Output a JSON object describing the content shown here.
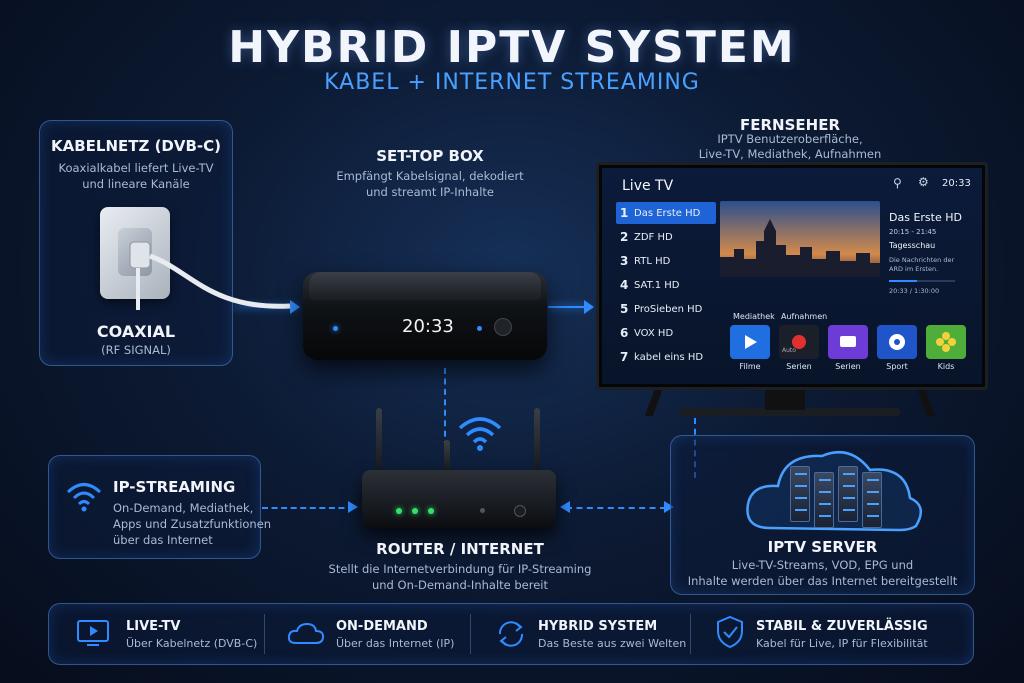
{
  "title": "HYBRID IPTV SYSTEM",
  "subtitle": "KABEL + INTERNET STREAMING",
  "cable": {
    "heading": "KABELNETZ (DVB-C)",
    "text1": "Koaxialkabel liefert Live-TV",
    "text2": "und lineare Kanäle",
    "label": "COAXIAL",
    "sublabel": "(RF SIGNAL)"
  },
  "stb": {
    "heading": "SET-TOP BOX",
    "text1": "Empfängt Kabelsignal, dekodiert",
    "text2": "und streamt IP-Inhalte",
    "display": "20:33"
  },
  "tv": {
    "heading": "FERNSEHER",
    "text1": "IPTV Benutzeroberfläche,",
    "text2": "Live-TV, Mediathek, Aufnahmen",
    "screen_title": "Live TV",
    "clock": "20:33",
    "channels": [
      {
        "num": "1",
        "name": "Das Erste HD"
      },
      {
        "num": "2",
        "name": "ZDF HD"
      },
      {
        "num": "3",
        "name": "RTL HD"
      },
      {
        "num": "4",
        "name": "SAT.1 HD"
      },
      {
        "num": "5",
        "name": "ProSieben HD"
      },
      {
        "num": "6",
        "name": "VOX HD"
      },
      {
        "num": "7",
        "name": "kabel eins HD"
      }
    ],
    "info_channel": "Das Erste HD",
    "info_time": "20:15 - 21:45",
    "info_show": "Tagesschau",
    "info_desc1": "Die Nachrichten der",
    "info_desc2": "ARD im Ersten.",
    "info_progress_text": "20:33 / 1:30:00",
    "progress": 0.42,
    "section_mediathek": "Mediathek",
    "section_aufnahmen": "Aufnahmen",
    "tiles": [
      {
        "label": "Filme",
        "color": "#1f6fe0"
      },
      {
        "label": "Serien",
        "color": "#1a1f2a"
      },
      {
        "label": "Serien",
        "color": "#6d3bd6"
      },
      {
        "label": "Sport",
        "color": "#1f55c9"
      },
      {
        "label": "Kids",
        "color": "#4fae3a"
      }
    ],
    "rec_overlay": "Auto"
  },
  "ip": {
    "heading": "IP-STREAMING",
    "text1": "On-Demand, Mediathek,",
    "text2": "Apps und Zusatzfunktionen",
    "text3": "über das Internet"
  },
  "router": {
    "heading": "ROUTER / INTERNET",
    "text1": "Stellt die Internetverbindung für IP-Streaming",
    "text2": "und On-Demand-Inhalte bereit"
  },
  "server": {
    "heading": "IPTV SERVER",
    "text1": "Live-TV-Streams, VOD, EPG und",
    "text2": "Inhalte werden über das Internet bereitgestellt"
  },
  "features": [
    {
      "title": "LIVE-TV",
      "text": "Über Kabelnetz (DVB-C)"
    },
    {
      "title": "ON-DEMAND",
      "text": "Über das Internet (IP)"
    },
    {
      "title": "HYBRID SYSTEM",
      "text": "Das Beste aus zwei Welten"
    },
    {
      "title": "STABIL & ZUVERLÄSSIG",
      "text": "Kabel für Live, IP für Flexibilität"
    }
  ],
  "accent": "#2f8bff"
}
